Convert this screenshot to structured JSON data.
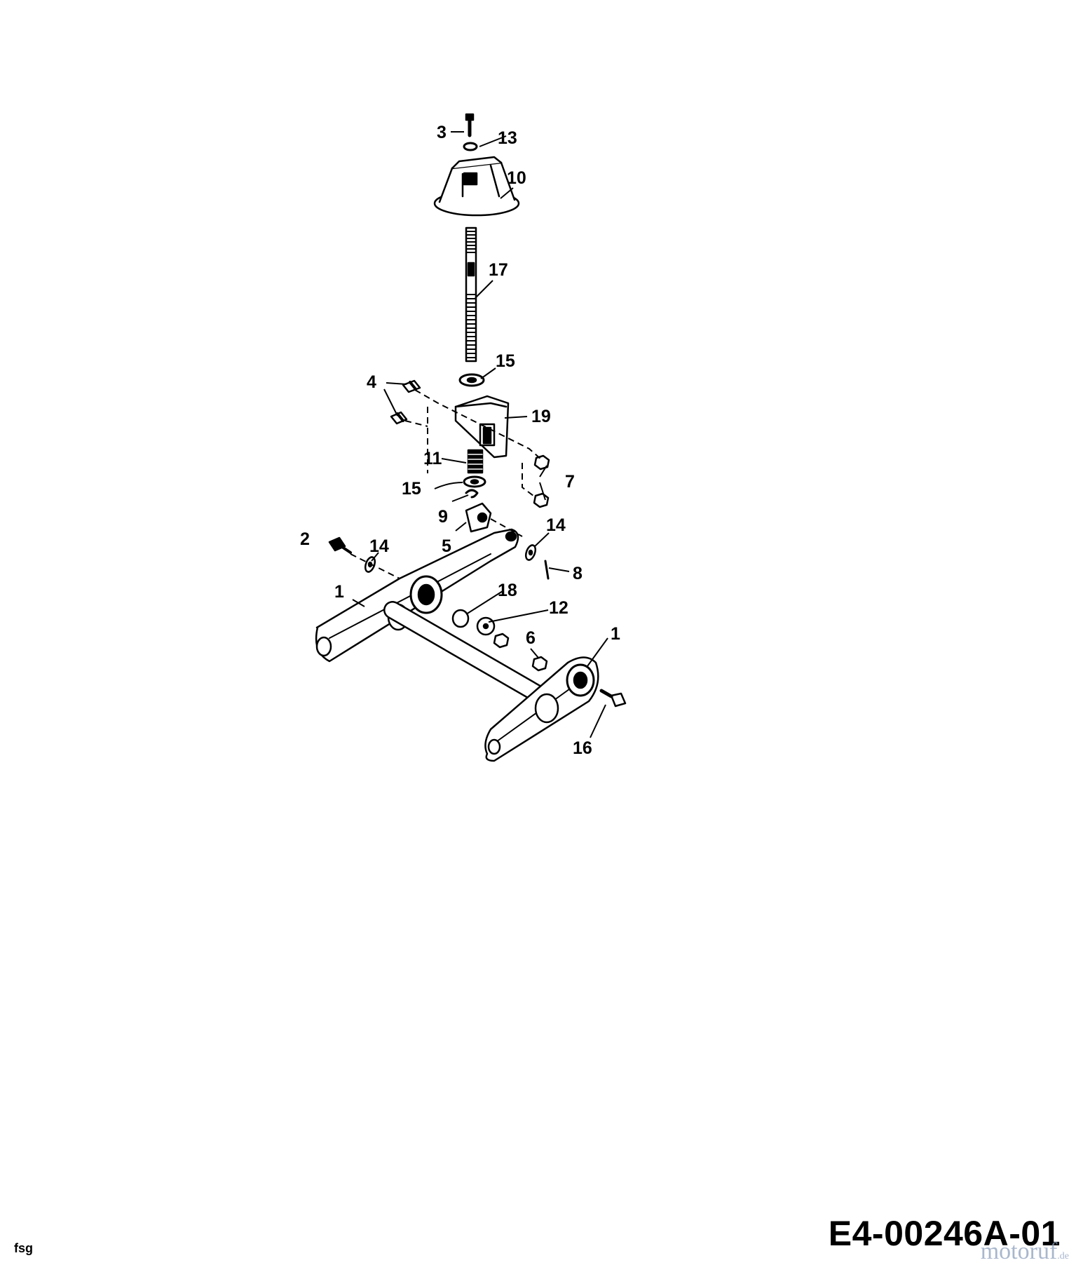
{
  "drawing_code": "E4-00246A-01",
  "corner_label": "fsg",
  "watermark": {
    "brand": "motoruf",
    "tld": ".de",
    "color": "#8da0bd"
  },
  "callouts": {
    "c3": "3",
    "c13": "13",
    "c10": "10",
    "c17": "17",
    "c15a": "15",
    "c4": "4",
    "c19": "19",
    "c11": "11",
    "c15b": "15",
    "c7": "7",
    "c9": "9",
    "c5": "5",
    "c14a": "14",
    "c2": "2",
    "c14b": "14",
    "c8": "8",
    "c1a": "1",
    "c18": "18",
    "c12": "12",
    "c6": "6",
    "c1b": "1",
    "c16": "16"
  }
}
